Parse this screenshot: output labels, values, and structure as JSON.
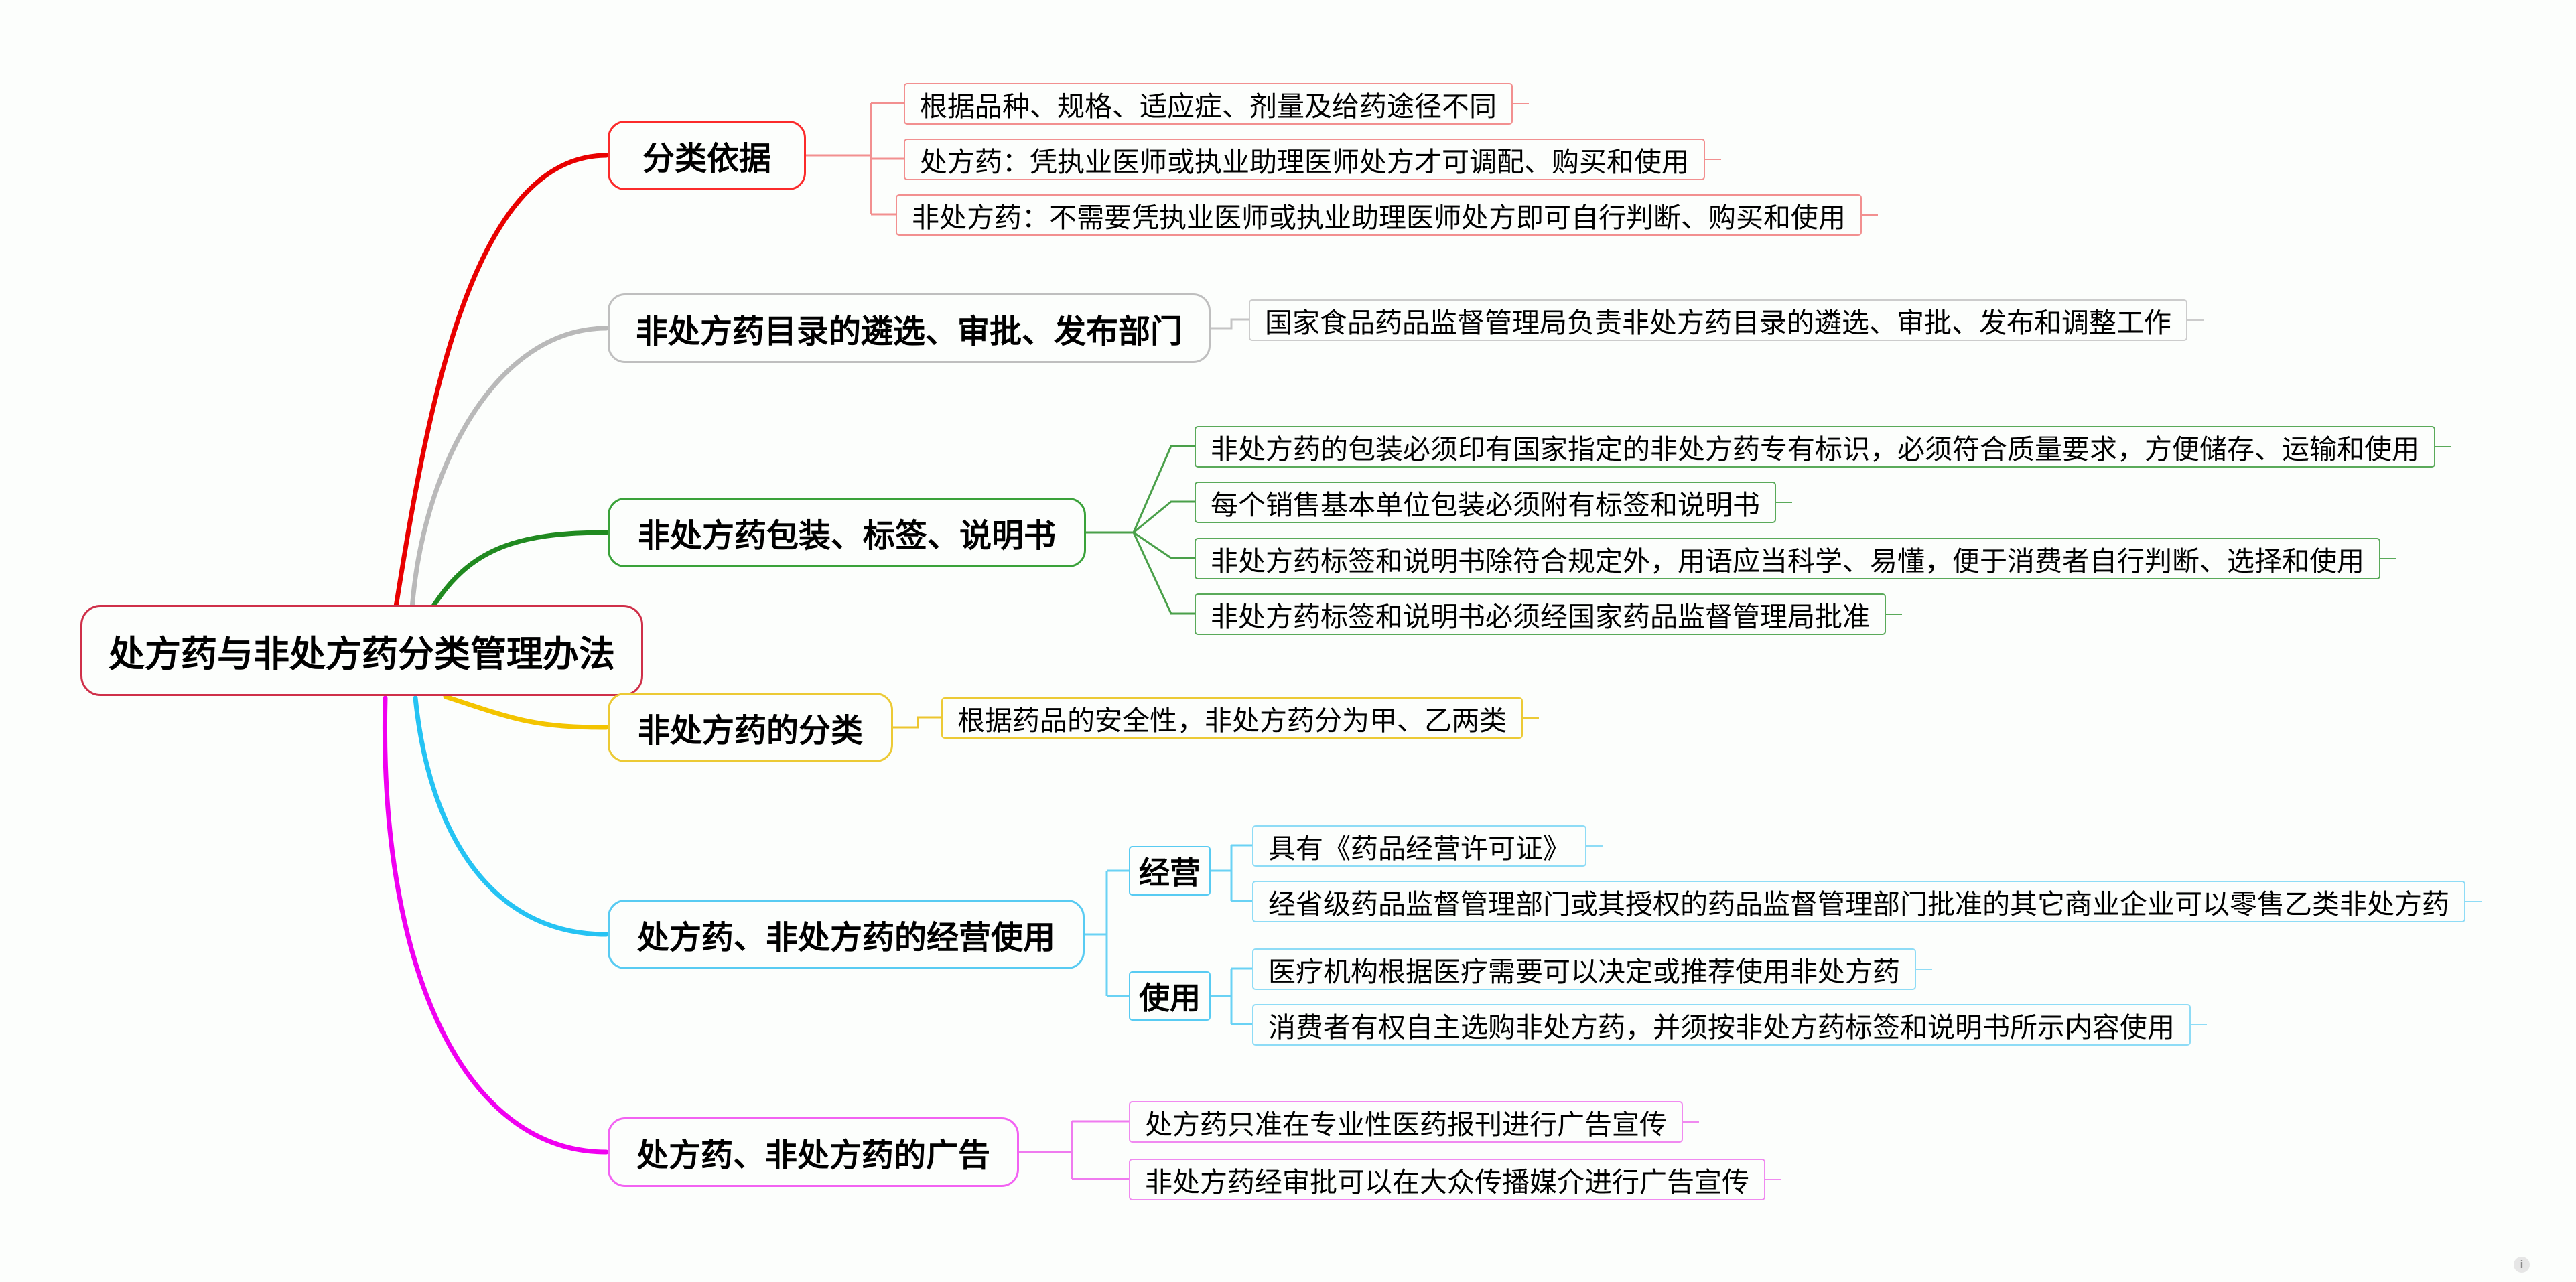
{
  "root": {
    "label": "处方药与非处方药分类管理办法",
    "border_color": "#cf3049"
  },
  "branches": [
    {
      "label": "分类依据",
      "color": "#fb2b2b",
      "children": [
        "根据品种、规格、适应症、剂量及给药途径不同",
        "处方药：凭执业医师或执业助理医师处方才可调配、购买和使用",
        "非处方药：不需要凭执业医师或执业助理医师处方即可自行判断、购买和使用"
      ]
    },
    {
      "label": "非处方药目录的遴选、审批、发布部门",
      "color": "#bfbfbf",
      "children": [
        "国家食品药品监督管理局负责非处方药目录的遴选、审批、发布和调整工作"
      ]
    },
    {
      "label": "非处方药包装、标签、说明书",
      "color": "#3aa23a",
      "children": [
        "非处方药的包装必须印有国家指定的非处方药专有标识，必须符合质量要求，方便储存、运输和使用",
        "每个销售基本单位包装必须附有标签和说明书",
        "非处方药标签和说明书除符合规定外，用语应当科学、易懂，便于消费者自行判断、选择和使用",
        "非处方药标签和说明书必须经国家药品监督管理局批准"
      ]
    },
    {
      "label": "非处方药的分类",
      "color": "#ecca35",
      "children": [
        "根据药品的安全性，非处方药分为甲、乙两类"
      ]
    },
    {
      "label": "处方药、非处方药的经营使用",
      "color": "#58cbf2",
      "groups": [
        {
          "label": "经营",
          "children": [
            "具有《药品经营许可证》",
            "经省级药品监督管理部门或其授权的药品监督管理部门批准的其它商业企业可以零售乙类非处方药"
          ]
        },
        {
          "label": "使用",
          "children": [
            "医疗机构根据医疗需要可以决定或推荐使用非处方药",
            "消费者有权自主选购非处方药，并须按非处方药标签和说明书所示内容使用"
          ]
        }
      ]
    },
    {
      "label": "处方药、非处方药的广告",
      "color": "#f263f2",
      "children": [
        "处方药只准在专业性医药报刊进行广告宣传",
        "非处方药经审批可以在大众传播媒介进行广告宣传"
      ]
    }
  ],
  "curve_colors": {
    "branch1": "#e80000",
    "branch2": "#b9b9b9",
    "branch3": "#208a20",
    "branch4": "#f3c400",
    "branch5": "#25c3f3",
    "branch6": "#f000f0"
  },
  "watermark": "i"
}
